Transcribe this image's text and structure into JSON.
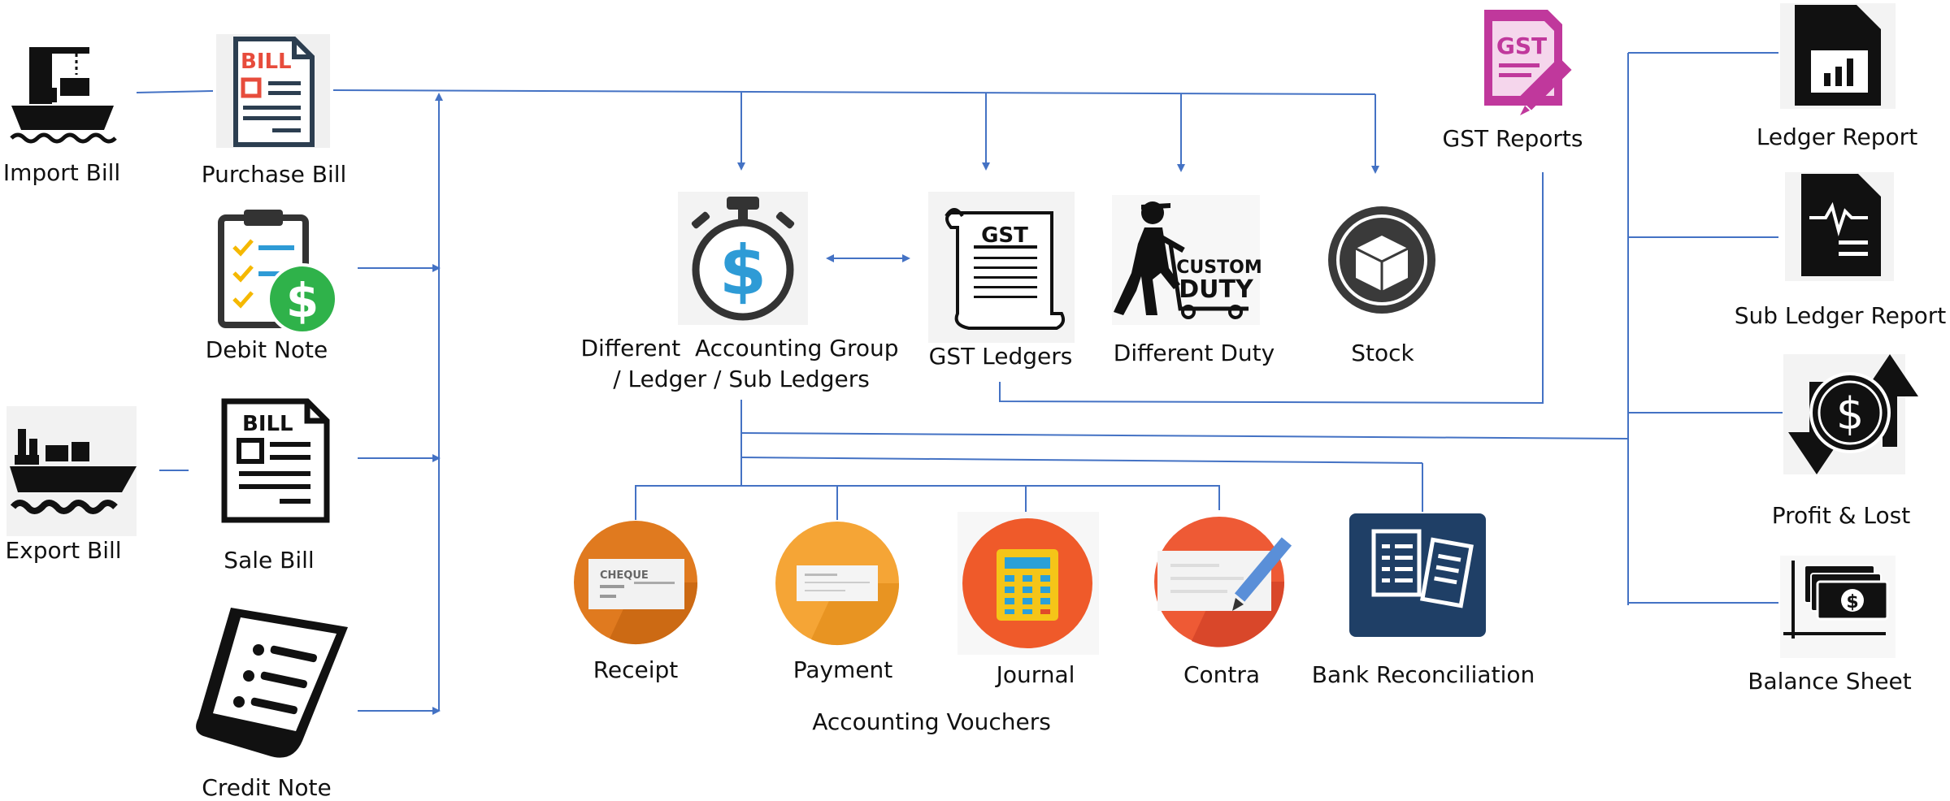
{
  "labels": {
    "import_bill": "Import Bill",
    "purchase_bill": "Purchase Bill",
    "debit_note": "Debit Note",
    "export_bill": "Export Bill",
    "sale_bill": "Sale Bill",
    "credit_note": "Credit Note",
    "accounting_group_line1": "Different  Accounting Group",
    "accounting_group_line2": "/ Ledger / Sub Ledgers",
    "gst_ledgers": "GST Ledgers",
    "different_duty": "Different Duty",
    "stock": "Stock",
    "gst_reports": "GST Reports",
    "ledger_report": "Ledger Report",
    "sub_ledger_report": "Sub Ledger Report",
    "profit_lost": "Profit & Lost",
    "balance_sheet": "Balance Sheet",
    "receipt": "Receipt",
    "payment": "Payment",
    "journal": "Journal",
    "contra": "Contra",
    "bank_reconciliation": "Bank Reconciliation",
    "accounting_vouchers": "Accounting Vouchers"
  },
  "icon_text": {
    "bill": "BILL",
    "gst": "GST",
    "cheque": "CHEQUE",
    "custom": "CUSTOM",
    "duty": "DUTY",
    "dollar": "$"
  },
  "colors": {
    "connector": "#4472c4",
    "icon_dark": "#111111",
    "gst_magenta": "#c0389c",
    "dollar_blue": "#2e9bd6",
    "money_green": "#2fb24a",
    "receipt_orange": "#e07a1f",
    "payment_orange": "#f5a536",
    "journal_red": "#ef5a2a",
    "contra_red": "#ee5a35",
    "bank_navy": "#1f3f66"
  }
}
